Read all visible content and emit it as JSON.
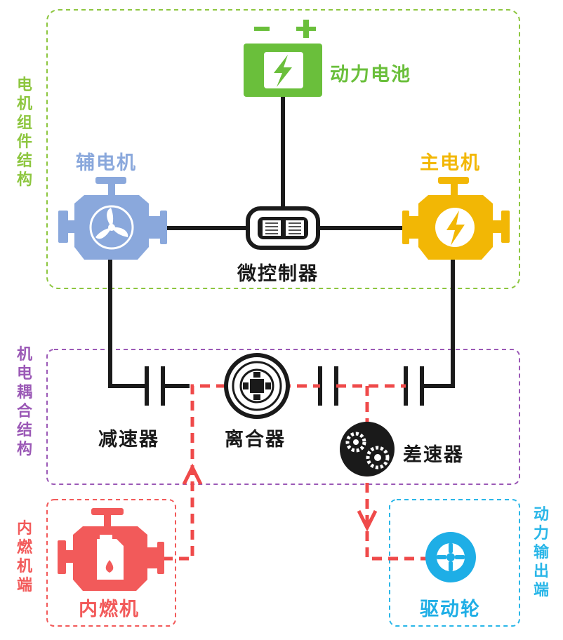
{
  "groups": {
    "motor_assembly": "电机组件结构",
    "electromech_coupling": "机电耦合结构",
    "ice_side": "内燃机端",
    "power_output": "动力输出端"
  },
  "components": {
    "battery": "动力电池",
    "aux_motor": "辅电机",
    "main_motor": "主电机",
    "controller": "微控制器",
    "reducer": "减速器",
    "clutch": "离合器",
    "differential": "差速器",
    "engine": "内燃机",
    "wheel": "驱动轮"
  },
  "battery_terminals": {
    "negative": "−",
    "positive": "+"
  },
  "colors": {
    "motor_group": "#8dc63f",
    "coupling_group": "#9b59b6",
    "ice_group": "#f25a5a",
    "output_group": "#29b6e8",
    "battery": "#6abf3b",
    "aux_motor": "#8aa8dc",
    "main_motor": "#f2b705",
    "engine": "#f25a5a",
    "wheel": "#1eaee6",
    "line": "#1a1a1a",
    "flow": "#ef4a4a"
  }
}
